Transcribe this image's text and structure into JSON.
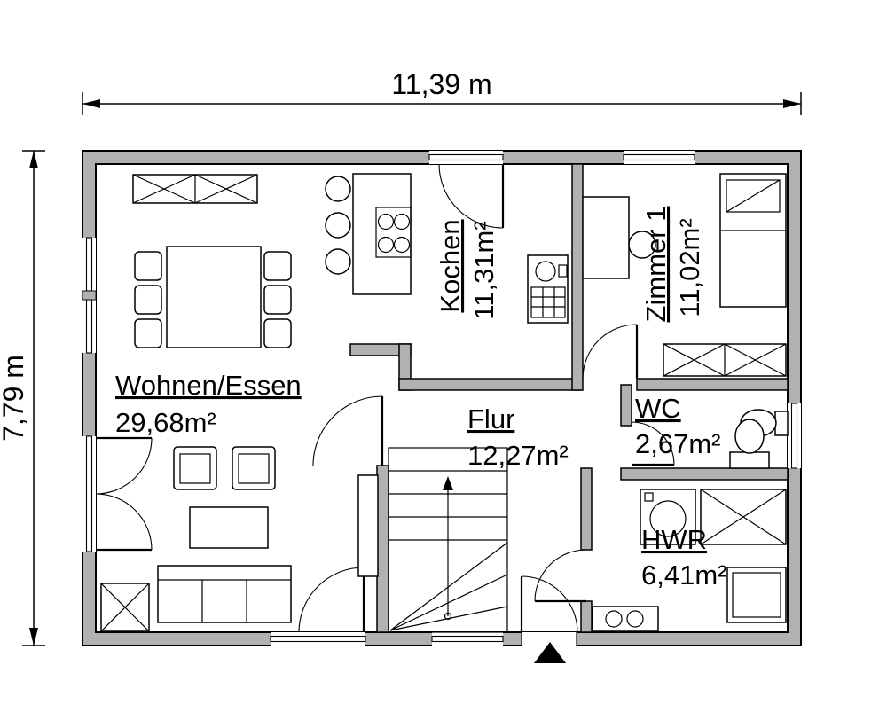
{
  "canvas": {
    "background": "#ffffff",
    "wall_fill": "#b1b1b1",
    "line_color": "#000000"
  },
  "dimensions": {
    "top": "11,39 m",
    "left": "7,79 m"
  },
  "rooms": {
    "wohnen": {
      "name": "Wohnen/Essen",
      "area": "29,68m²"
    },
    "kochen": {
      "name": "Kochen",
      "area": "11,31m²"
    },
    "zimmer1": {
      "name": "Zimmer 1",
      "area": "11,02m²"
    },
    "flur": {
      "name": "Flur",
      "area": "12,27m²"
    },
    "wc": {
      "name": "WC",
      "area": "2,67m²"
    },
    "hwr": {
      "name": "HWR",
      "area": "6,41m²"
    }
  },
  "symbols": {
    "entrance_marker": "entrance-arrow",
    "stair_direction": "up"
  }
}
